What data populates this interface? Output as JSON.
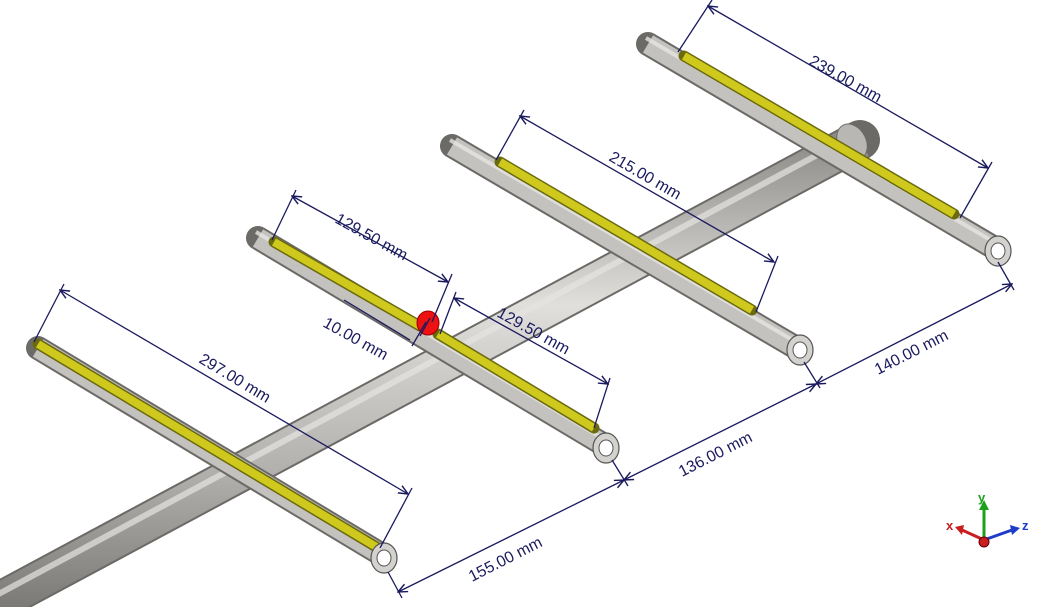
{
  "dimensions": [
    {
      "id": "dim-239",
      "label": "239.00 mm"
    },
    {
      "id": "dim-215",
      "label": "215.00 mm"
    },
    {
      "id": "dim-129a",
      "label": "129.50 mm"
    },
    {
      "id": "dim-129b",
      "label": "129.50 mm"
    },
    {
      "id": "dim-10",
      "label": "10.00 mm"
    },
    {
      "id": "dim-297",
      "label": "297.00 mm"
    },
    {
      "id": "dim-140",
      "label": "140.00 mm"
    },
    {
      "id": "dim-136",
      "label": "136.00 mm"
    },
    {
      "id": "dim-155",
      "label": "155.00 mm"
    }
  ],
  "axes": {
    "x": "x",
    "y": "y",
    "z": "z"
  },
  "colors": {
    "tube": "#a8a6a2",
    "element": "#c8c219",
    "dimension": "#1a1a5e",
    "feed_port": "#ee1111",
    "axis_x": "#c81e1e",
    "axis_y": "#1ea01e",
    "axis_z": "#1e3cc8"
  }
}
